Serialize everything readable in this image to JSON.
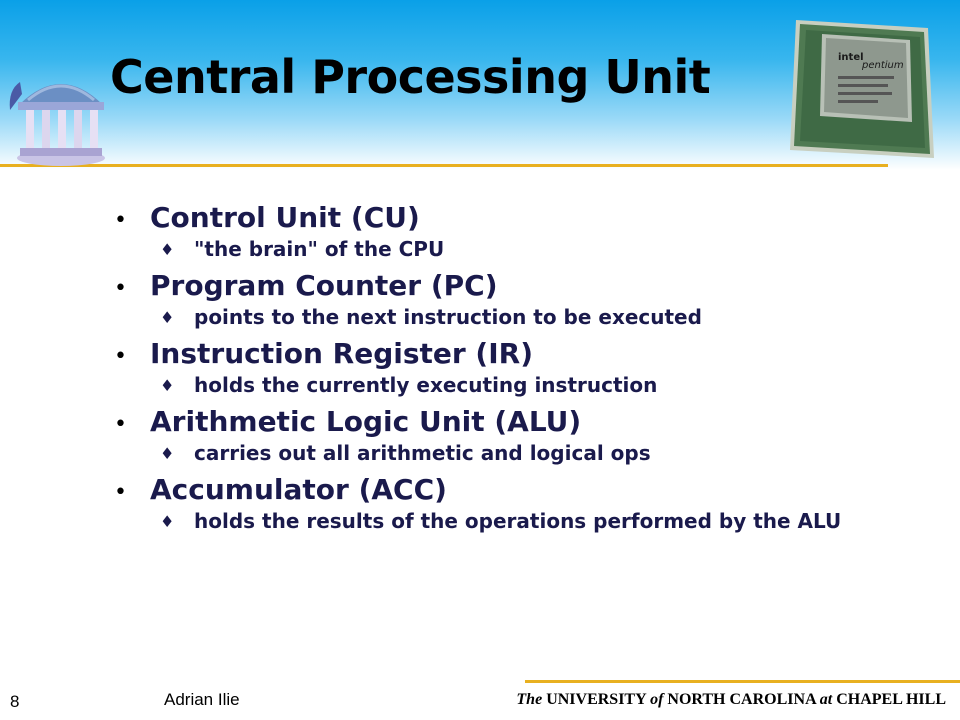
{
  "slide": {
    "title": "Central Processing Unit",
    "bullets": [
      {
        "label": "Control Unit (CU)",
        "sub": "\"the brain\" of the CPU"
      },
      {
        "label": "Program Counter (PC)",
        "sub": "points to the next instruction to be executed"
      },
      {
        "label": "Instruction Register (IR)",
        "sub": "holds the currently executing instruction"
      },
      {
        "label": "Arithmetic Logic Unit (ALU)",
        "sub": "carries out all arithmetic and logical ops"
      },
      {
        "label": "Accumulator (ACC)",
        "sub": "holds the results of the operations performed by the ALU"
      }
    ],
    "bullet_glyph": "•",
    "sub_bullet_glyph": "♦"
  },
  "chip": {
    "brand": "intel",
    "product": "pentium"
  },
  "footer": {
    "page_number": "8",
    "author": "Adrian Ilie",
    "univ_the": "The",
    "univ_university": "UNIVERSITY",
    "univ_of": "of",
    "univ_nc": "NORTH CAROLINA",
    "univ_at": "at",
    "univ_ch": "CHAPEL HILL"
  },
  "colors": {
    "accent": "#e8b020",
    "text": "#1a1a4c",
    "header_top": "#0aa0e8"
  }
}
